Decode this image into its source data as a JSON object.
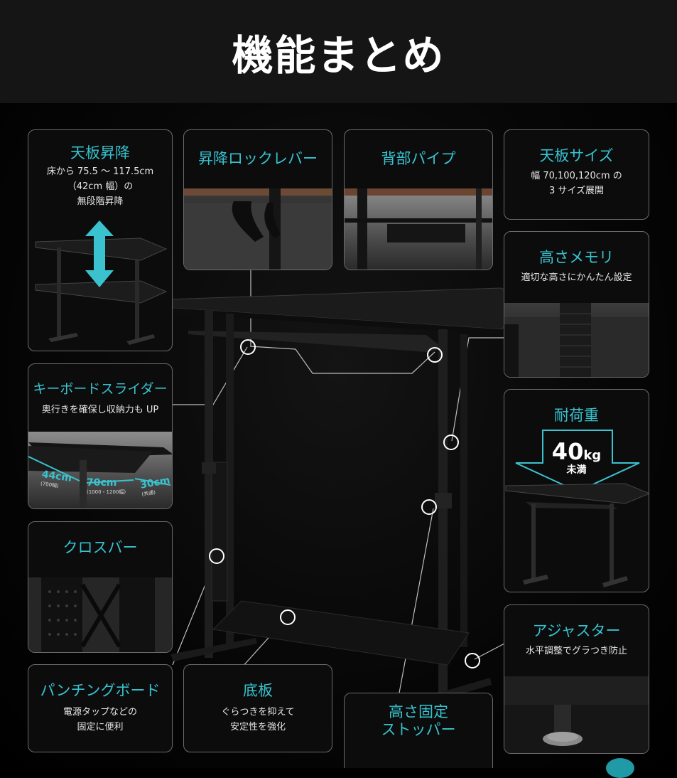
{
  "title": "機能まとめ",
  "features": {
    "tenban_shoukou": {
      "title": "天板昇降",
      "desc1": "床から 75.5 〜 117.5cm",
      "desc2": "（42cm 幅）の",
      "desc3": "無段階昇降"
    },
    "lock_lever": {
      "title": "昇降ロックレバー"
    },
    "back_pipe": {
      "title": "背部パイプ"
    },
    "tenban_size": {
      "title": "天板サイズ",
      "desc1": "幅 70,100,120cm の",
      "desc2": "3 サイズ展開"
    },
    "height_memory": {
      "title": "高さメモリ",
      "desc1": "適切な高さにかんたん設定"
    },
    "keyboard_slider": {
      "title": "キーボードスライダー",
      "desc1": "奥行きを確保し収納力も UP",
      "dim_a": "44cm",
      "dim_a_sub": "(700幅)",
      "dim_b": "70cm",
      "dim_b_sub": "(1000・1200幅)",
      "dim_c": "30cm",
      "dim_c_sub": "(共通)"
    },
    "load": {
      "title": "耐荷重",
      "value": "40",
      "unit": "kg",
      "suffix": "未満"
    },
    "crossbar": {
      "title": "クロスバー"
    },
    "adjuster": {
      "title": "アジャスター",
      "desc1": "水平調整でグラつき防止"
    },
    "punching_board": {
      "title": "パンチングボード",
      "desc1": "電源タップなどの",
      "desc2": "固定に便利"
    },
    "bottom_plate": {
      "title": "底板",
      "desc1": "ぐらつきを抑えて",
      "desc2": "安定性を強化"
    },
    "stopper": {
      "title1": "高さ固定",
      "title2": "ストッパー"
    }
  },
  "colors": {
    "accent": "#37c2cf",
    "border": "#6b6b6b",
    "background": "#000000",
    "header": "#151515"
  },
  "icons": [
    "up-down-arrow-icon",
    "down-arrow-icon"
  ]
}
